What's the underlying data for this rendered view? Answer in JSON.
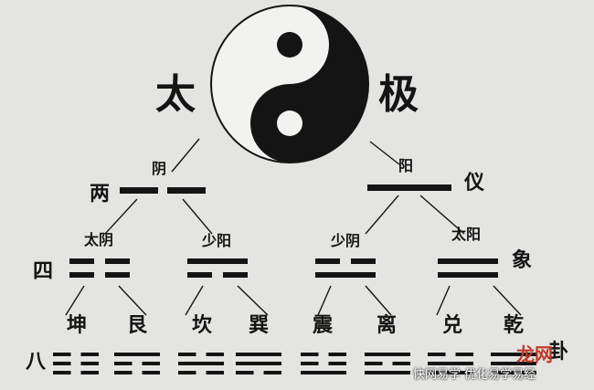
{
  "title": {
    "left": "太",
    "right": "极"
  },
  "level1": {
    "label": "两",
    "suffix": "仪",
    "items": [
      {
        "name": "阴",
        "lines": [
          0
        ]
      },
      {
        "name": "阳",
        "lines": [
          1
        ]
      }
    ]
  },
  "level2": {
    "label": "四",
    "suffix": "象",
    "items": [
      {
        "name": "太阴",
        "lines": [
          0,
          0
        ]
      },
      {
        "name": "少阳",
        "lines": [
          0,
          1
        ]
      },
      {
        "name": "少阴",
        "lines": [
          1,
          0
        ]
      },
      {
        "name": "太阳",
        "lines": [
          1,
          1
        ]
      }
    ]
  },
  "level3": {
    "label": "八",
    "suffix": "卦",
    "items": [
      {
        "name": "坤",
        "lines": [
          0,
          0,
          0
        ]
      },
      {
        "name": "艮",
        "lines": [
          0,
          0,
          1
        ]
      },
      {
        "name": "坎",
        "lines": [
          0,
          1,
          0
        ]
      },
      {
        "name": "巽",
        "lines": [
          0,
          1,
          1
        ]
      },
      {
        "name": "震",
        "lines": [
          1,
          0,
          0
        ]
      },
      {
        "name": "离",
        "lines": [
          1,
          0,
          1
        ]
      },
      {
        "name": "兑",
        "lines": [
          1,
          1,
          0
        ]
      },
      {
        "name": "乾",
        "lines": [
          1,
          1,
          1
        ]
      }
    ]
  },
  "watermark": {
    "logo": "龙网",
    "text": "快网易学 优化易学易经"
  },
  "colors": {
    "ink": "#141414",
    "paper": "#e4e4e2",
    "yin_yang_light": "#f2f2f0",
    "watermark": "#c0392b"
  }
}
